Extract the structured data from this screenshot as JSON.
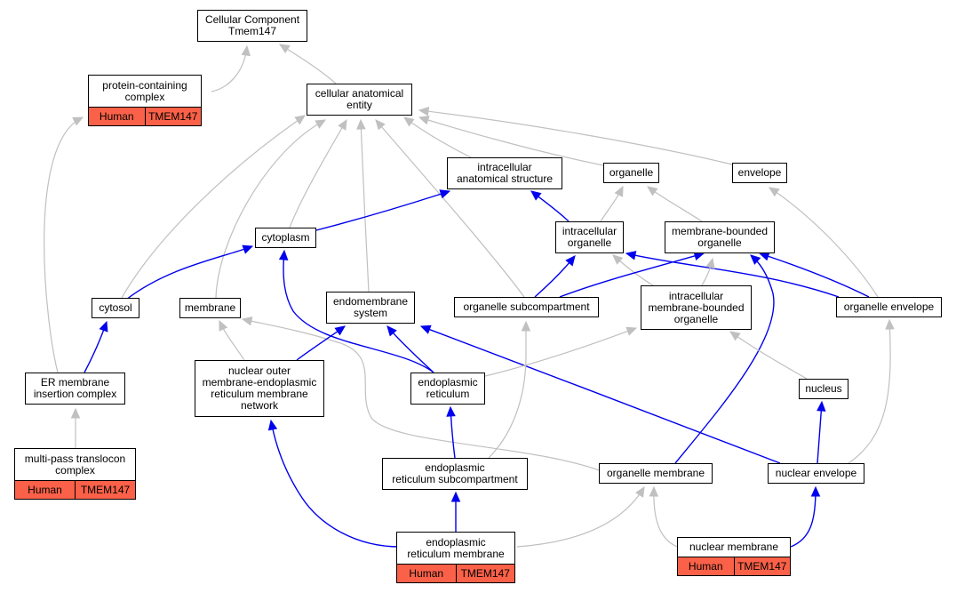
{
  "colors": {
    "is_a": "#c0c0c0",
    "part_of": "#0000ee",
    "annotation": "#fa6148"
  },
  "nodes": {
    "cc_root": {
      "label": "Cellular Component\nTmem147"
    },
    "pcc": {
      "label": "protein-containing\ncomplex",
      "species": "Human",
      "gene": "TMEM147"
    },
    "cae": {
      "label": "cellular anatomical\nentity"
    },
    "ias": {
      "label": "intracellular\nanatomical structure"
    },
    "organelle": {
      "label": "organelle"
    },
    "envelope": {
      "label": "envelope"
    },
    "cytoplasm": {
      "label": "cytoplasm"
    },
    "io": {
      "label": "intracellular\norganelle"
    },
    "mbo": {
      "label": "membrane-bounded\norganelle"
    },
    "cytosol": {
      "label": "cytosol"
    },
    "membrane": {
      "label": "membrane"
    },
    "ems": {
      "label": "endomembrane\nsystem"
    },
    "osc": {
      "label": "organelle subcompartment"
    },
    "imbo": {
      "label": "intracellular\nmembrane-bounded\norganelle"
    },
    "oenv": {
      "label": "organelle envelope"
    },
    "emc": {
      "label": "ER membrane\ninsertion complex"
    },
    "nom": {
      "label": "nuclear outer\nmembrane-endoplasmic\nreticulum membrane\nnetwork"
    },
    "er": {
      "label": "endoplasmic\nreticulum"
    },
    "nucleus": {
      "label": "nucleus"
    },
    "mptc": {
      "label": "multi-pass translocon\ncomplex",
      "species": "Human",
      "gene": "TMEM147"
    },
    "ersc": {
      "label": "endoplasmic\nreticulum subcompartment"
    },
    "om": {
      "label": "organelle membrane"
    },
    "ne": {
      "label": "nuclear envelope"
    },
    "erm": {
      "label": "endoplasmic\nreticulum membrane",
      "species": "Human",
      "gene": "TMEM147"
    },
    "nm": {
      "label": "nuclear membrane",
      "species": "Human",
      "gene": "TMEM147"
    }
  },
  "edges": [
    {
      "from": "pcc",
      "to": "cc_root",
      "kind": "is_a"
    },
    {
      "from": "cae",
      "to": "cc_root",
      "kind": "is_a"
    },
    {
      "from": "emc",
      "to": "pcc",
      "kind": "is_a"
    },
    {
      "from": "ias",
      "to": "cae",
      "kind": "is_a"
    },
    {
      "from": "organelle",
      "to": "cae",
      "kind": "is_a"
    },
    {
      "from": "envelope",
      "to": "cae",
      "kind": "is_a"
    },
    {
      "from": "cytoplasm",
      "to": "cae",
      "kind": "is_a"
    },
    {
      "from": "cytosol",
      "to": "cae",
      "kind": "is_a"
    },
    {
      "from": "membrane",
      "to": "cae",
      "kind": "is_a"
    },
    {
      "from": "ems",
      "to": "cae",
      "kind": "is_a"
    },
    {
      "from": "osc",
      "to": "cae",
      "kind": "is_a"
    },
    {
      "from": "cytoplasm",
      "to": "ias",
      "kind": "part_of"
    },
    {
      "from": "io",
      "to": "ias",
      "kind": "part_of"
    },
    {
      "from": "io",
      "to": "organelle",
      "kind": "is_a"
    },
    {
      "from": "mbo",
      "to": "organelle",
      "kind": "is_a"
    },
    {
      "from": "oenv",
      "to": "envelope",
      "kind": "is_a"
    },
    {
      "from": "cytosol",
      "to": "cytoplasm",
      "kind": "part_of"
    },
    {
      "from": "er",
      "to": "cytoplasm",
      "kind": "part_of"
    },
    {
      "from": "osc",
      "to": "io",
      "kind": "part_of"
    },
    {
      "from": "imbo",
      "to": "io",
      "kind": "is_a"
    },
    {
      "from": "oenv",
      "to": "io",
      "kind": "part_of"
    },
    {
      "from": "osc",
      "to": "mbo",
      "kind": "part_of"
    },
    {
      "from": "imbo",
      "to": "mbo",
      "kind": "is_a"
    },
    {
      "from": "oenv",
      "to": "mbo",
      "kind": "part_of"
    },
    {
      "from": "om",
      "to": "mbo",
      "kind": "part_of"
    },
    {
      "from": "emc",
      "to": "cytosol",
      "kind": "part_of"
    },
    {
      "from": "nom",
      "to": "membrane",
      "kind": "is_a"
    },
    {
      "from": "om",
      "to": "membrane",
      "kind": "is_a"
    },
    {
      "from": "nom",
      "to": "ems",
      "kind": "part_of"
    },
    {
      "from": "er",
      "to": "ems",
      "kind": "part_of"
    },
    {
      "from": "ne",
      "to": "ems",
      "kind": "part_of"
    },
    {
      "from": "ersc",
      "to": "osc",
      "kind": "is_a"
    },
    {
      "from": "er",
      "to": "imbo",
      "kind": "is_a"
    },
    {
      "from": "nucleus",
      "to": "imbo",
      "kind": "is_a"
    },
    {
      "from": "ne",
      "to": "oenv",
      "kind": "is_a"
    },
    {
      "from": "mptc",
      "to": "emc",
      "kind": "is_a"
    },
    {
      "from": "erm",
      "to": "nom",
      "kind": "part_of"
    },
    {
      "from": "ersc",
      "to": "er",
      "kind": "part_of"
    },
    {
      "from": "ne",
      "to": "nucleus",
      "kind": "part_of"
    },
    {
      "from": "erm",
      "to": "ersc",
      "kind": "part_of"
    },
    {
      "from": "erm",
      "to": "om",
      "kind": "is_a"
    },
    {
      "from": "nm",
      "to": "om",
      "kind": "is_a"
    },
    {
      "from": "nm",
      "to": "ne",
      "kind": "part_of"
    }
  ]
}
